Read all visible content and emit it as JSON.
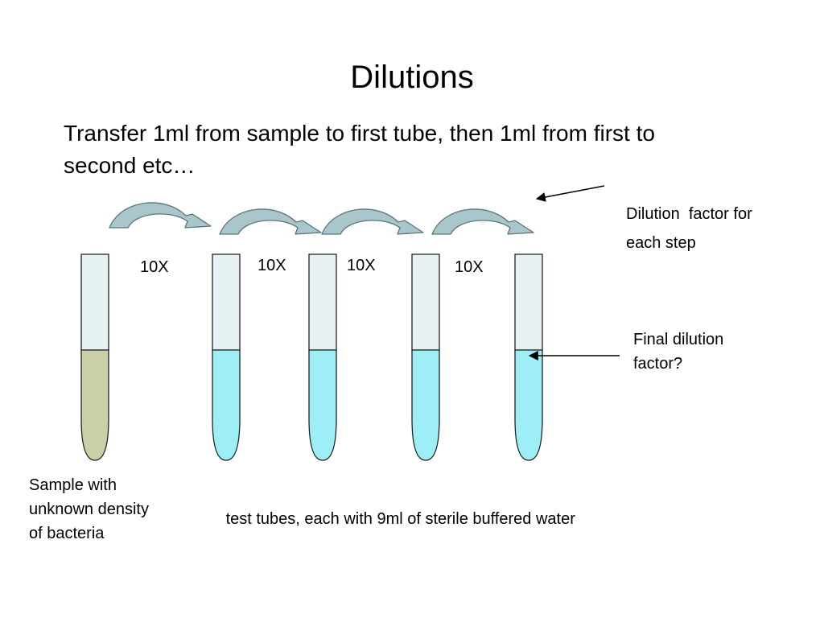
{
  "slide": {
    "title": "Dilutions",
    "intro": "Transfer 1ml from sample to first tube, then 1ml from first to second etc…"
  },
  "diagram": {
    "step_factors": [
      "10X",
      "10X",
      "10X",
      "10X"
    ],
    "dilution_factor_label": "Dilution  factor for each step",
    "final_factor_label": "Final dilution factor?",
    "sample_label": "Sample with unknown density of bacteria",
    "tubes_label": " test tubes, each with 9ml of sterile buffered water"
  },
  "colors": {
    "sample_liquid": "#c9cfa6",
    "buffer_liquid": "#9eeef5",
    "tube_empty": "#e6f1f3",
    "arrow_fill": "#a9c6cc",
    "arrow_stroke": "#5d7478"
  }
}
